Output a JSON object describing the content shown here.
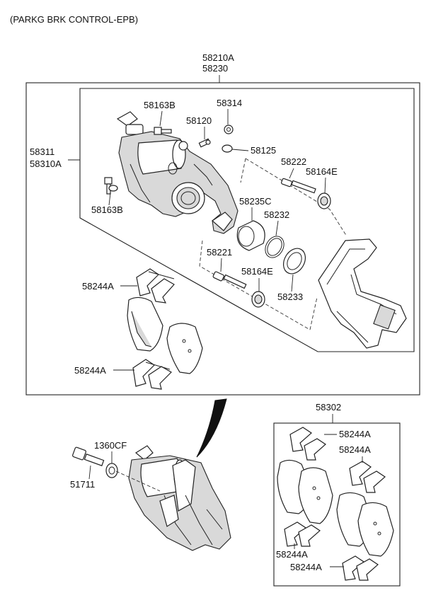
{
  "title": "(PARKG BRK CONTROL-EPB)",
  "labels": {
    "assy_a": "58210A",
    "assy_b": "58230",
    "caliper_a": "58311",
    "caliper_b": "58310A",
    "bolt_upper": "58163B",
    "bolt_lower": "58163B",
    "bleeder": "58120",
    "cap_top": "58314",
    "cap_small": "58125",
    "pin_upper": "58222",
    "boot_upper": "58164E",
    "piston": "58235C",
    "seal": "58232",
    "pin_lower": "58221",
    "boot_lower": "58164E",
    "dust_boot": "58233",
    "clip_upper": "58244A",
    "clip_lower": "58244A",
    "pad_kit": "58302",
    "kit_clip_1": "58244A",
    "kit_clip_2": "58244A",
    "kit_clip_3": "58244A",
    "kit_clip_4": "58244A",
    "washer": "1360CF",
    "mount_bolt": "51711"
  }
}
